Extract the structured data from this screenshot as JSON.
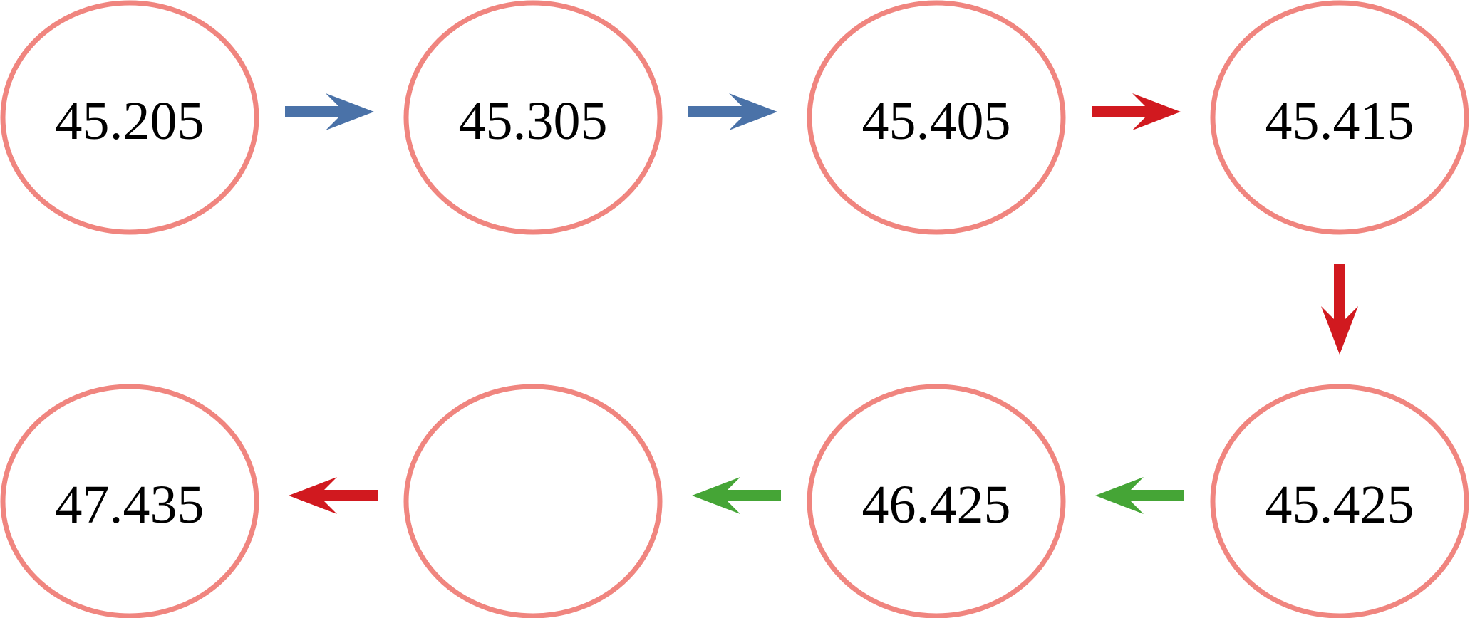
{
  "colors": {
    "node_stroke": "#f0857f",
    "blue": "#4a72a8",
    "red": "#d1191f",
    "green": "#45a536"
  },
  "nodes": [
    {
      "label": "45.205"
    },
    {
      "label": "45.305"
    },
    {
      "label": "45.405"
    },
    {
      "label": "45.415"
    },
    {
      "label": "45.425"
    },
    {
      "label": "46.425"
    },
    {
      "label": ""
    },
    {
      "label": "47.435"
    }
  ],
  "edges": [
    {
      "from": 0,
      "to": 1,
      "color": "blue"
    },
    {
      "from": 1,
      "to": 2,
      "color": "blue"
    },
    {
      "from": 2,
      "to": 3,
      "color": "red"
    },
    {
      "from": 3,
      "to": 4,
      "color": "red"
    },
    {
      "from": 4,
      "to": 5,
      "color": "green"
    },
    {
      "from": 5,
      "to": 6,
      "color": "green"
    },
    {
      "from": 6,
      "to": 7,
      "color": "red"
    }
  ]
}
